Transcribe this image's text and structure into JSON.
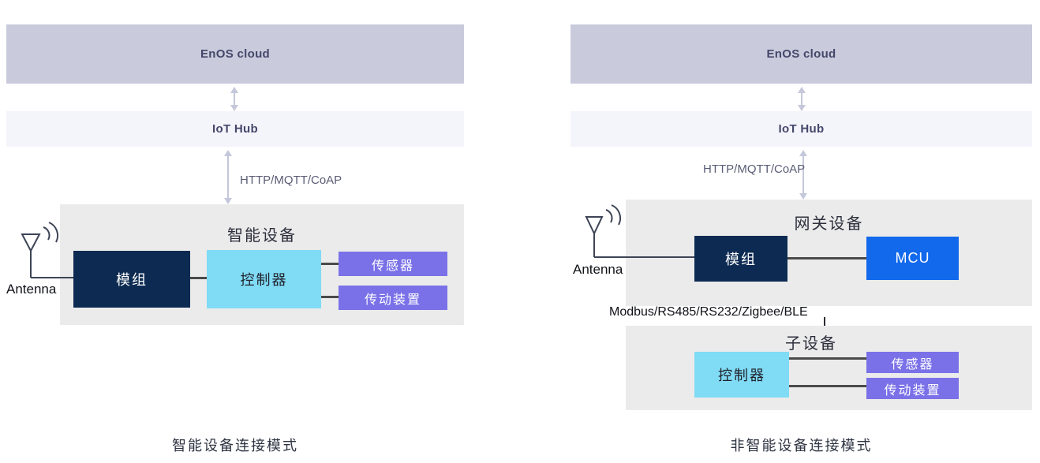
{
  "colors": {
    "enos_bg": "#c9cbdc",
    "hub_bg": "#f4f4fb",
    "heading_text": "#45476a",
    "arrow": "#c5c7da",
    "panel_bg": "#ebebeb",
    "module_bg": "#0d2b52",
    "controller_bg": "#80dbf5",
    "peripheral_bg": "#7a71e8",
    "mcu_bg": "#1269ec",
    "connector_line": "#4a4a4a"
  },
  "left": {
    "cloud": "EnOS cloud",
    "hub": "IoT Hub",
    "protocol": "HTTP/MQTT/CoAP",
    "antenna": "Antenna",
    "container": "智能设备",
    "module": "模组",
    "controller": "控制器",
    "sensor": "传感器",
    "actuator": "传动装置",
    "caption": "智能设备连接模式"
  },
  "right": {
    "cloud": "EnOS cloud",
    "hub": "IoT Hub",
    "protocol": "HTTP/MQTT/CoAP",
    "antenna": "Antenna",
    "gateway_container": "网关设备",
    "module": "模组",
    "mcu": "MCU",
    "bus_label": "Modbus/RS485/RS232/Zigbee/BLE",
    "sub_container": "子设备",
    "controller": "控制器",
    "sensor": "传感器",
    "actuator": "传动装置",
    "caption": "非智能设备连接模式"
  }
}
